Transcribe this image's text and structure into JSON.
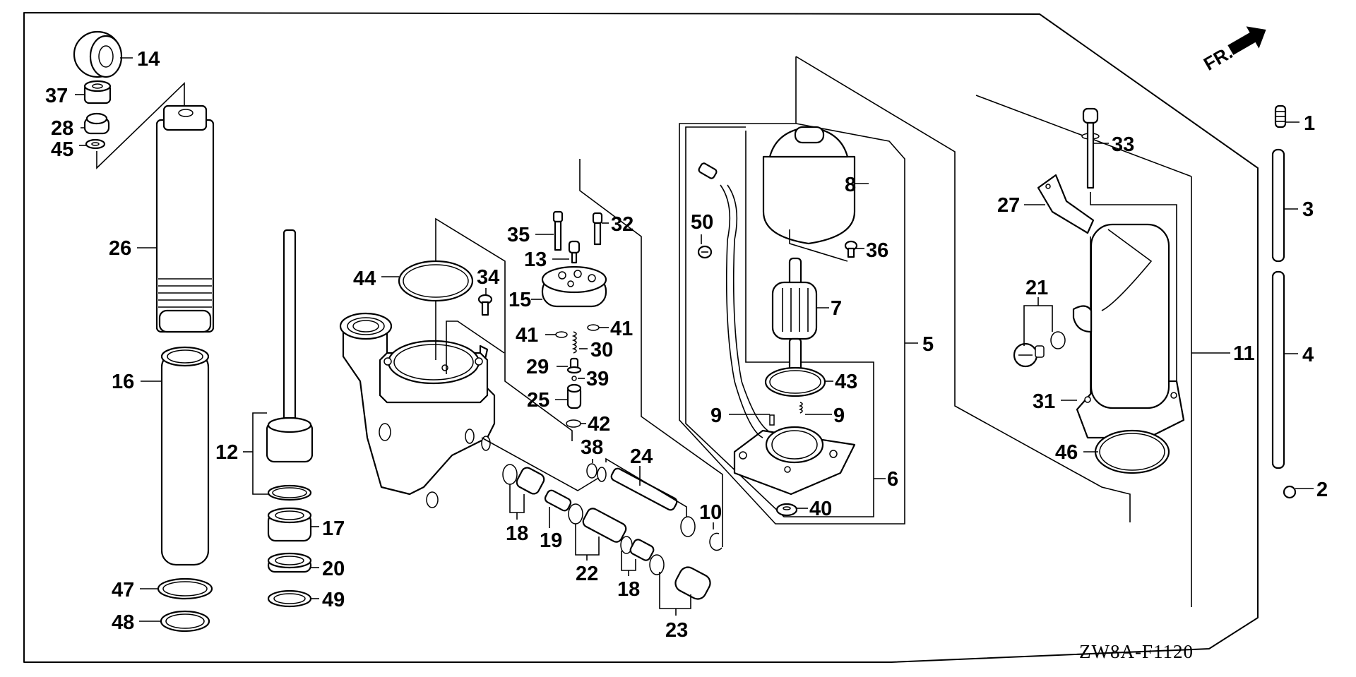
{
  "diagram": {
    "title_code": "ZW8A-F1120",
    "direction_marker": "FR.",
    "parts": {
      "p1": "1",
      "p2": "2",
      "p3": "3",
      "p4": "4",
      "p5": "5",
      "p6": "6",
      "p7": "7",
      "p8": "8",
      "p9a": "9",
      "p9b": "9",
      "p10": "10",
      "p11": "11",
      "p12": "12",
      "p13": "13",
      "p14": "14",
      "p15": "15",
      "p16": "16",
      "p17": "17",
      "p18a": "18",
      "p18b": "18",
      "p19": "19",
      "p20": "20",
      "p21": "21",
      "p22": "22",
      "p23": "23",
      "p24": "24",
      "p25": "25",
      "p26": "26",
      "p27": "27",
      "p28": "28",
      "p29": "29",
      "p30": "30",
      "p31": "31",
      "p32": "32",
      "p33": "33",
      "p34": "34",
      "p35": "35",
      "p36": "36",
      "p37": "37",
      "p38": "38",
      "p39": "39",
      "p40": "40",
      "p41a": "41",
      "p41b": "41",
      "p42": "42",
      "p43": "43",
      "p44": "44",
      "p45": "45",
      "p46": "46",
      "p47": "47",
      "p48": "48",
      "p49": "49",
      "p50": "50"
    }
  }
}
